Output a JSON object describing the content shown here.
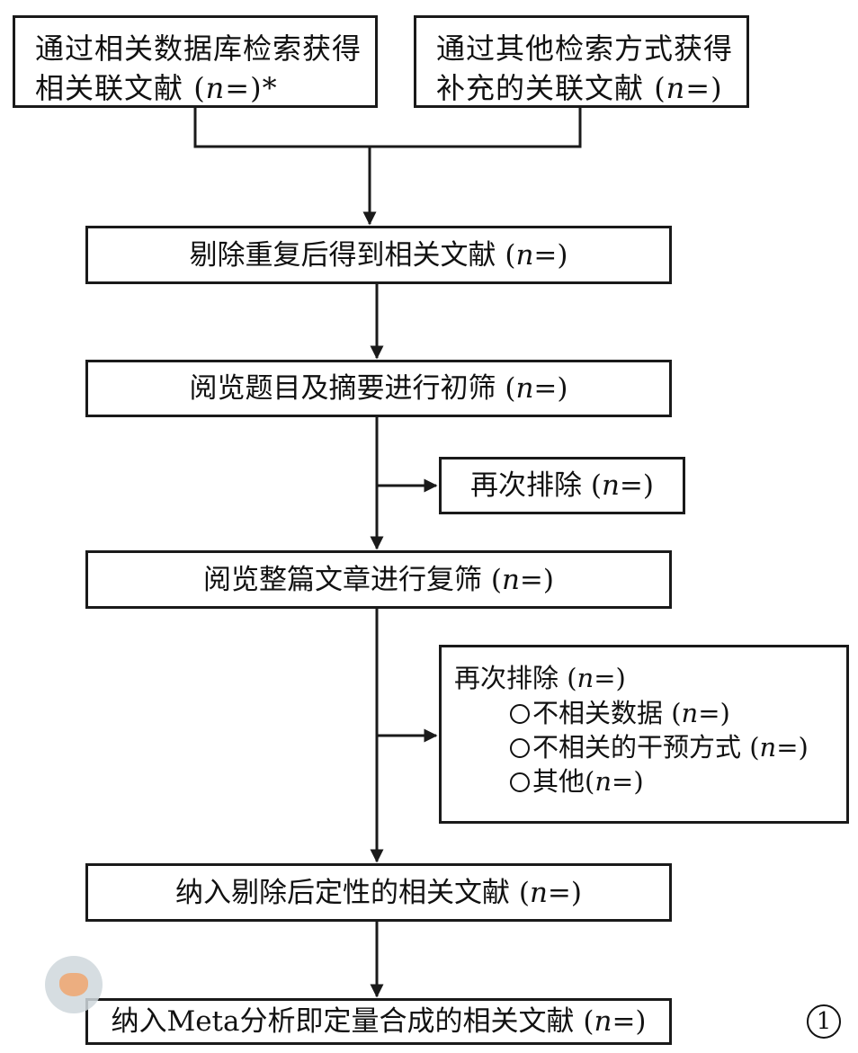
{
  "flow": {
    "n_label": "n",
    "eq": "=",
    "open": "(",
    "close": ")",
    "sources": {
      "database": {
        "line1": "通过相关数据库检索获得",
        "line2_prefix": "相关联文献 ",
        "line2_suffix": "*"
      },
      "other": {
        "line1": "通过其他检索方式获得",
        "line2_prefix": "补充的关联文献 "
      }
    },
    "steps": [
      {
        "label": "剔除重复后得到相关文献 "
      },
      {
        "label": "阅览题目及摘要进行初筛 "
      },
      {
        "label": "阅览整篇文章进行复筛 "
      },
      {
        "label": "纳入剔除后定性的相关文献 "
      },
      {
        "label": "纳入Meta分析即定量合成的相关文献 "
      }
    ],
    "exclusion_1": {
      "label": "再次排除 "
    },
    "exclusion_2": {
      "label": "再次排除 ",
      "reasons": [
        {
          "label": "不相关数据 "
        },
        {
          "label": "不相关的干预方式 "
        },
        {
          "label": "其他"
        }
      ]
    }
  },
  "figure_number": "1",
  "colors": {
    "line": "#1a1a1a",
    "background": "#ffffff",
    "seal": "#cfd8dc",
    "seal_accent": "#e9a16a"
  },
  "watermark": {
    "icon": "medical-seal-icon"
  }
}
